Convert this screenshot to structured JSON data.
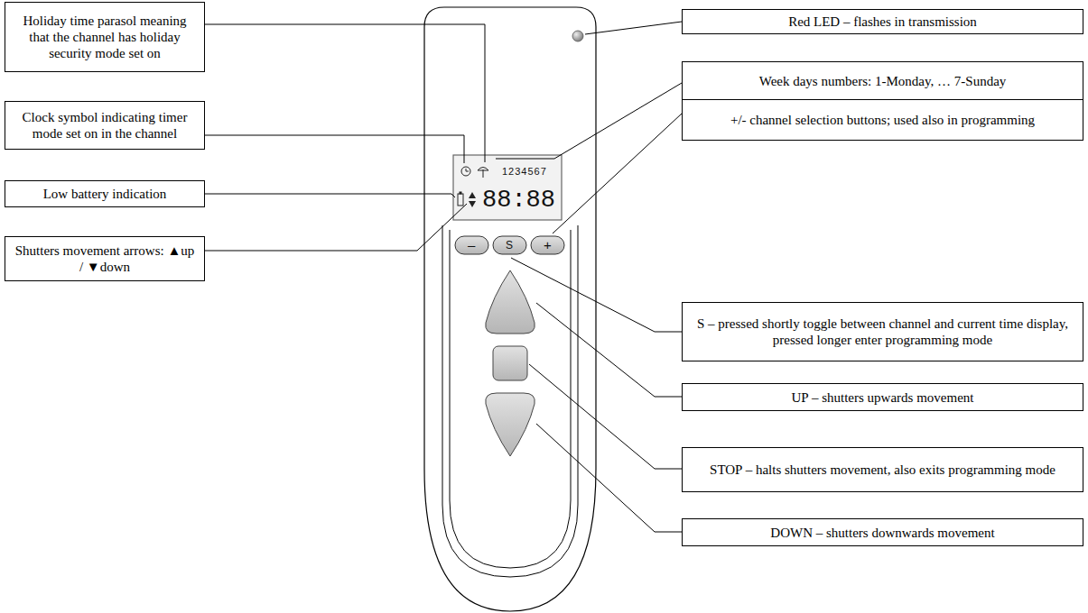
{
  "diagram": {
    "nodes": [
      {
        "text": [
          "Holiday time parasol meaning that the channel has holiday security mode set on"
        ]
      },
      {
        "text": [
          "Red LED – flashes in transmission"
        ]
      },
      {
        "text": [
          "Clock symbol indicating timer mode set on in the channel"
        ]
      },
      {
        "text": [
          "Week days numbers: 1-Monday, … 7-Sunday"
        ]
      },
      {
        "text": [
          "+/- channel selection buttons; used also in programming"
        ]
      },
      {
        "text": [
          "Low battery indication"
        ]
      },
      {
        "text": [
          "Shutters movement arrows: ▲up / ▼down"
        ]
      },
      {
        "text": [
          "S – pressed shortly toggle between channel and current time display, pressed longer enter programming mode"
        ]
      },
      {
        "text": [
          "UP – shutters upwards movement"
        ]
      },
      {
        "text": [
          "STOP – halts shutters movement, also exits programming mode"
        ]
      },
      {
        "text": [
          "DOWN – shutters downwards movement"
        ]
      }
    ],
    "labels": [
      "1234567",
      "88:88",
      "–",
      "S",
      "+"
    ]
  }
}
